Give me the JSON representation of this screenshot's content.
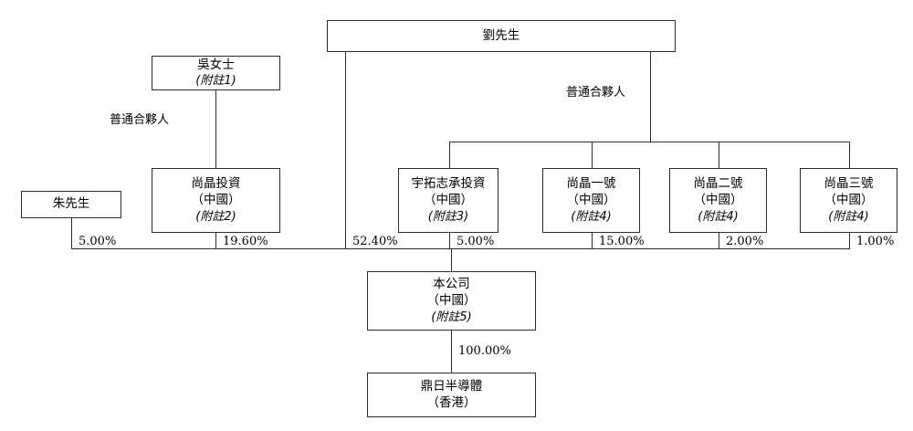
{
  "diagram": {
    "title": "shareholding-structure-chart",
    "line_color": "#2b2b2b",
    "background": "#ffffff",
    "text_color": "#000000"
  },
  "nodes": {
    "liu": {
      "name": "劉先生"
    },
    "wu": {
      "name": "吳女士",
      "note": "(附註1)"
    },
    "shangjing_investment": {
      "name": "尚晶投資",
      "region": "（中國）",
      "note": "(附註2)"
    },
    "zhu": {
      "name": "朱先生"
    },
    "yutuo": {
      "name": "宇拓志承投資",
      "region": "（中國）",
      "note": "(附註3)"
    },
    "shangjing_1": {
      "name": "尚晶一號",
      "region": "（中國）",
      "note": "(附註4)"
    },
    "shangjing_2": {
      "name": "尚晶二號",
      "region": "（中國）",
      "note": "(附註4)"
    },
    "shangjing_3": {
      "name": "尚晶三號",
      "region": "（中國）",
      "note": "(附註4)"
    },
    "company": {
      "name": "本公司",
      "region": "（中國）",
      "note": "(附註5)"
    },
    "dingri": {
      "name": "鼎日半導體",
      "region": "（香港）"
    }
  },
  "relations": {
    "gp_left_label": "普通合夥人",
    "gp_right_label": "普通合夥人",
    "pct_zhu": "5.00%",
    "pct_shangjing_investment": "19.60%",
    "pct_liu": "52.40%",
    "pct_yutuo": "5.00%",
    "pct_shangjing_1": "15.00%",
    "pct_shangjing_2": "2.00%",
    "pct_shangjing_3": "1.00%",
    "pct_company_to_dingri": "100.00%"
  }
}
